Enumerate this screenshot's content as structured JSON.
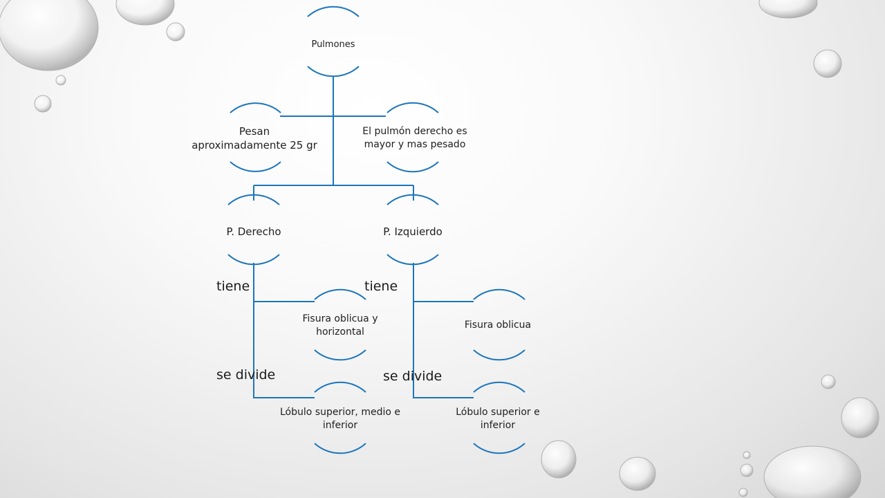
{
  "nodes": {
    "root": "Pulmones",
    "weight": "Pesan aproximadamente 25 gr",
    "right_bigger": "El pulmón derecho es mayor y mas pesado",
    "right": "P. Derecho",
    "left": "P. Izquierdo",
    "right_fissure": "Fisura oblicua y horizontal",
    "right_lobes": "Lóbulo superior, medio e inferior",
    "left_fissure": "Fisura oblicua",
    "left_lobes": "Lóbulo superior e inferior"
  },
  "annotations": {
    "right_has": "tiene",
    "left_has": "tiene",
    "right_divides": "se divide",
    "left_divides": "se divide"
  },
  "colors": {
    "line": "#1b75bb",
    "text": "#1e1e1e"
  }
}
